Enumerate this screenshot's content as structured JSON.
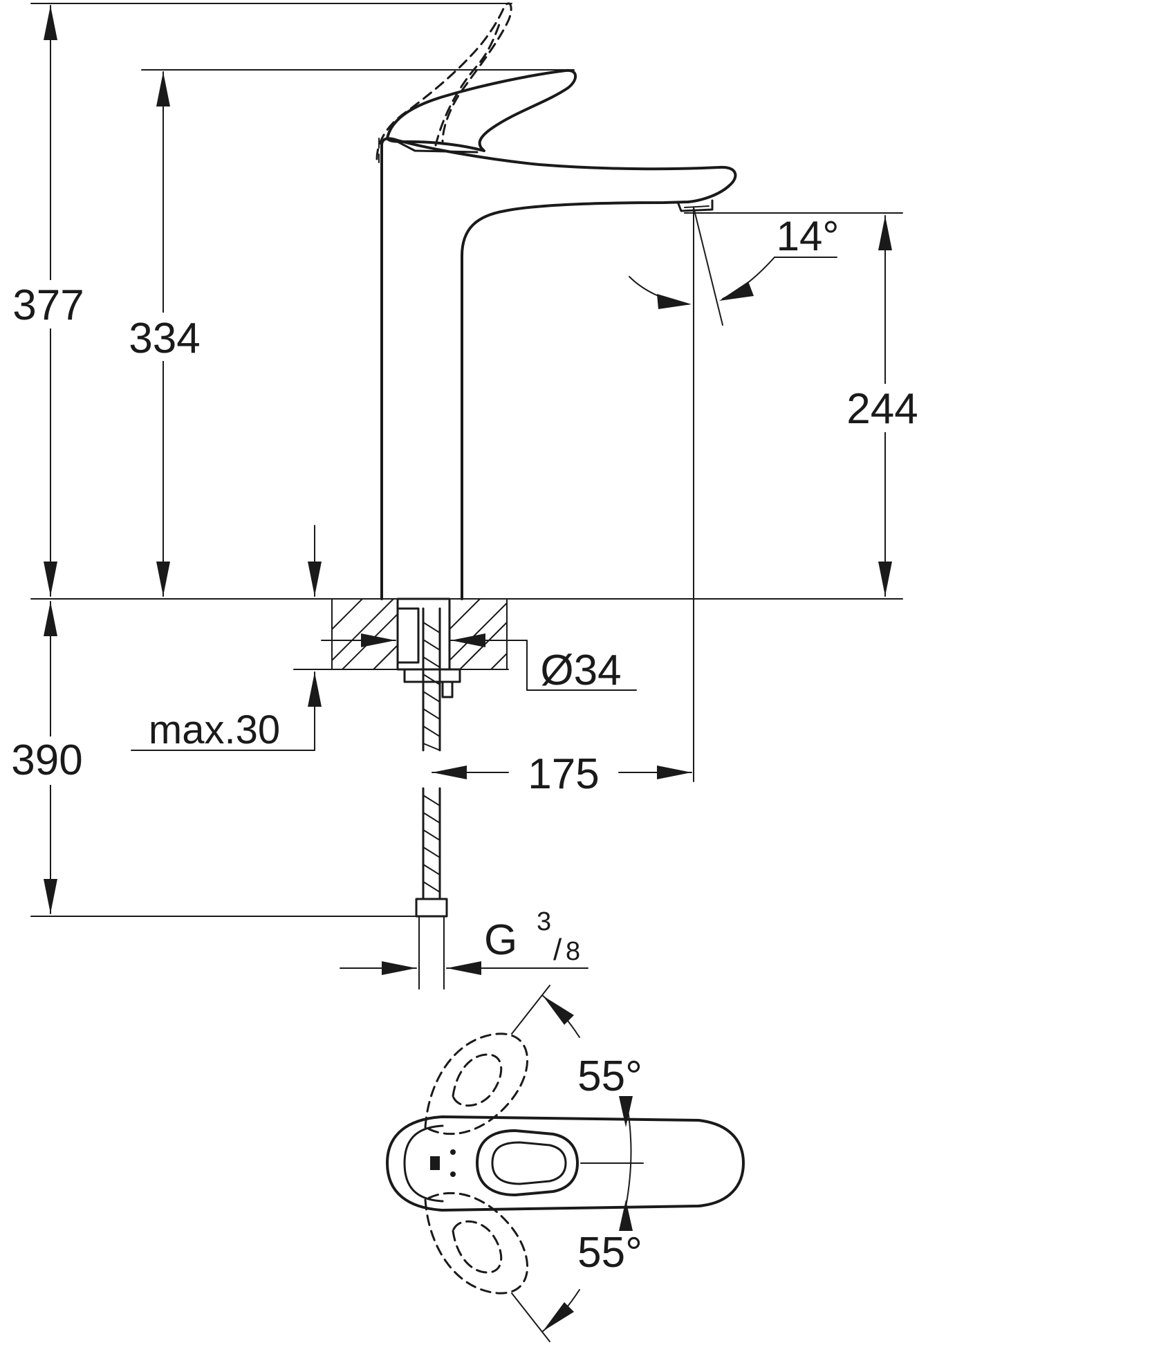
{
  "dimensions": {
    "total_height_raised": "377",
    "total_height_lever": "334",
    "spout_outlet_height": "244",
    "below_deck_length": "390",
    "deck_thickness_max": "max.30",
    "hole_diameter": "Ø34",
    "spout_reach": "175",
    "thread_main": "G",
    "thread_num": "3",
    "thread_den": "8",
    "outlet_angle": "14°",
    "lever_angle_top": "55°",
    "lever_angle_bottom": "55°"
  },
  "colors": {
    "line": "#1a1a1a",
    "background": "#ffffff"
  }
}
